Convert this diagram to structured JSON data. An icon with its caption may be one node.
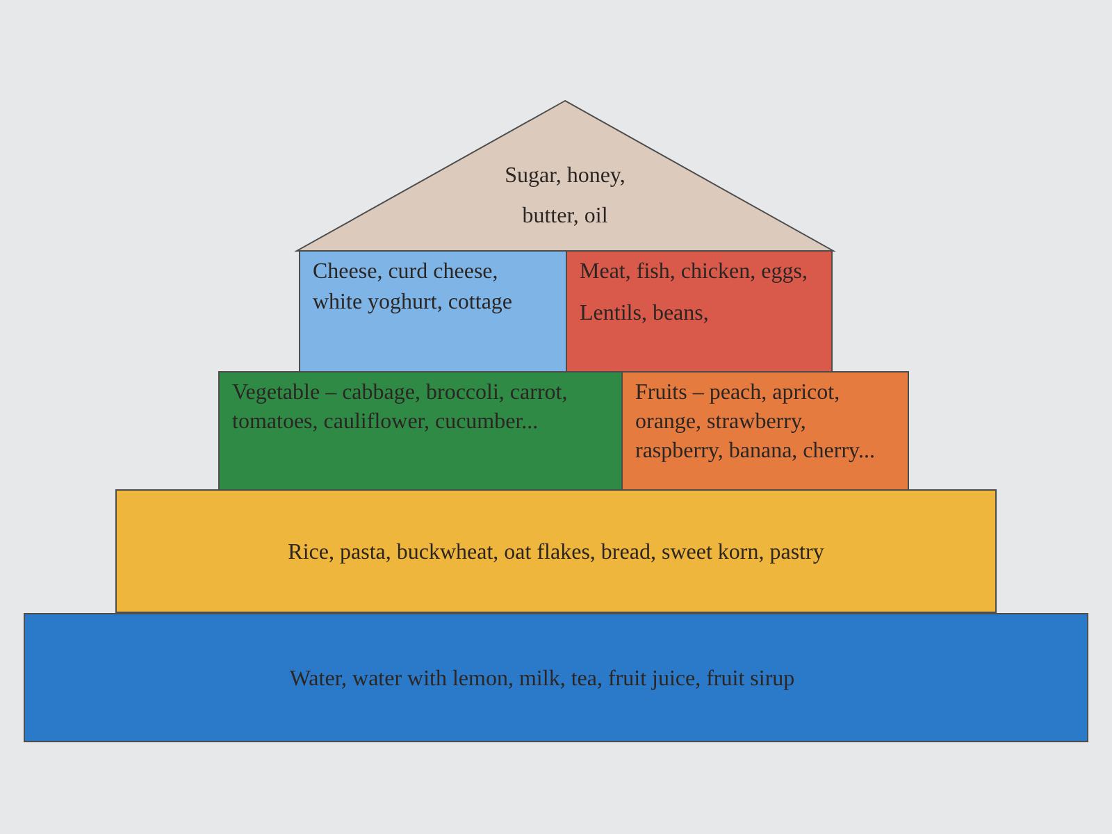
{
  "diagram": {
    "nodes": [
      {
        "text": [
          "Sugar, honey, butter, oil"
        ]
      },
      {
        "text": [
          "Cheese, curd cheese, white yoghurt, cottage"
        ]
      },
      {
        "text": [
          "Meat, fish, chicken, eggs,",
          "Lentils, beans,"
        ]
      },
      {
        "text": [
          "Vegetable – cabbage, broccoli, carrot, tomatoes, cauliflower, cucumber..."
        ]
      },
      {
        "text": [
          "Fruits – peach, apricot, orange, strawberry, raspberry, banana, cherry..."
        ]
      },
      {
        "text": [
          "Rice, pasta, buckwheat, oat flakes, bread, sweet korn, pastry"
        ]
      },
      {
        "text": [
          "Water, water with lemon, milk, tea, fruit juice, fruit sirup"
        ]
      }
    ]
  }
}
